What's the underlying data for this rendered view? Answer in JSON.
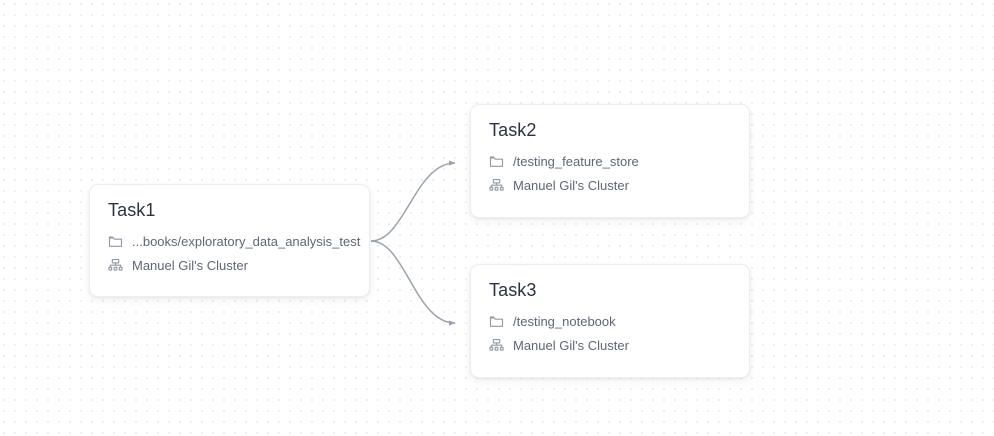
{
  "canvas": {
    "background_color": "#ffffff",
    "dot_color": "#eceef1",
    "edge_color": "#9aa2ad"
  },
  "nodes": [
    {
      "id": "task1",
      "title": "Task1",
      "rows": [
        {
          "icon": "folder-icon",
          "label": "...books/exploratory_data_analysis_test"
        },
        {
          "icon": "cluster-icon",
          "label": "Manuel Gil's Cluster"
        }
      ]
    },
    {
      "id": "task2",
      "title": "Task2",
      "rows": [
        {
          "icon": "folder-icon",
          "label": "/testing_feature_store"
        },
        {
          "icon": "cluster-icon",
          "label": "Manuel Gil's Cluster"
        }
      ]
    },
    {
      "id": "task3",
      "title": "Task3",
      "rows": [
        {
          "icon": "folder-icon",
          "label": "/testing_notebook"
        },
        {
          "icon": "cluster-icon",
          "label": "Manuel Gil's Cluster"
        }
      ]
    }
  ],
  "edges": [
    {
      "id": "edge-task1-task2",
      "from": "task1",
      "to": "task2"
    },
    {
      "id": "edge-task1-task3",
      "from": "task1",
      "to": "task3"
    }
  ]
}
